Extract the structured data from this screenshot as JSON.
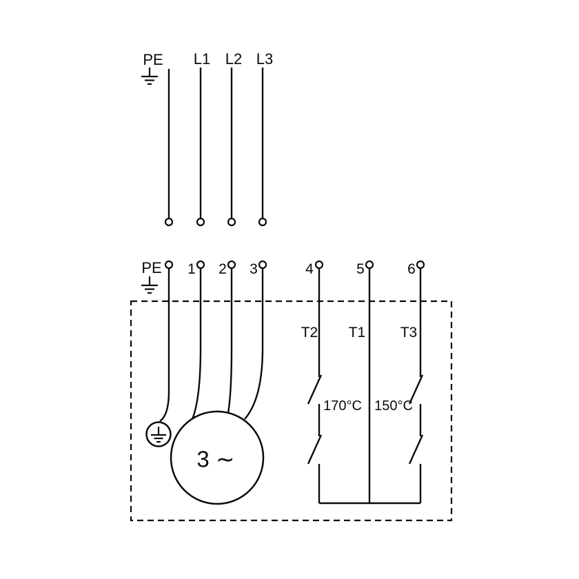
{
  "page": {
    "background": "#ffffff",
    "line_color": "#0a0a0a"
  },
  "supply": {
    "pe": "PE",
    "l1": "L1",
    "l2": "L2",
    "l3": "L3"
  },
  "terminal_block": {
    "pe": "PE",
    "t1": "1",
    "t2": "2",
    "t3": "3",
    "t4": "4",
    "t5": "5",
    "t6": "6"
  },
  "thermal_switches": {
    "left_label": "T2",
    "middle_label": "T1",
    "right_label": "T3",
    "left_temp": "170°C",
    "right_temp": "150°C"
  },
  "motor": {
    "label": "3 ∼"
  }
}
